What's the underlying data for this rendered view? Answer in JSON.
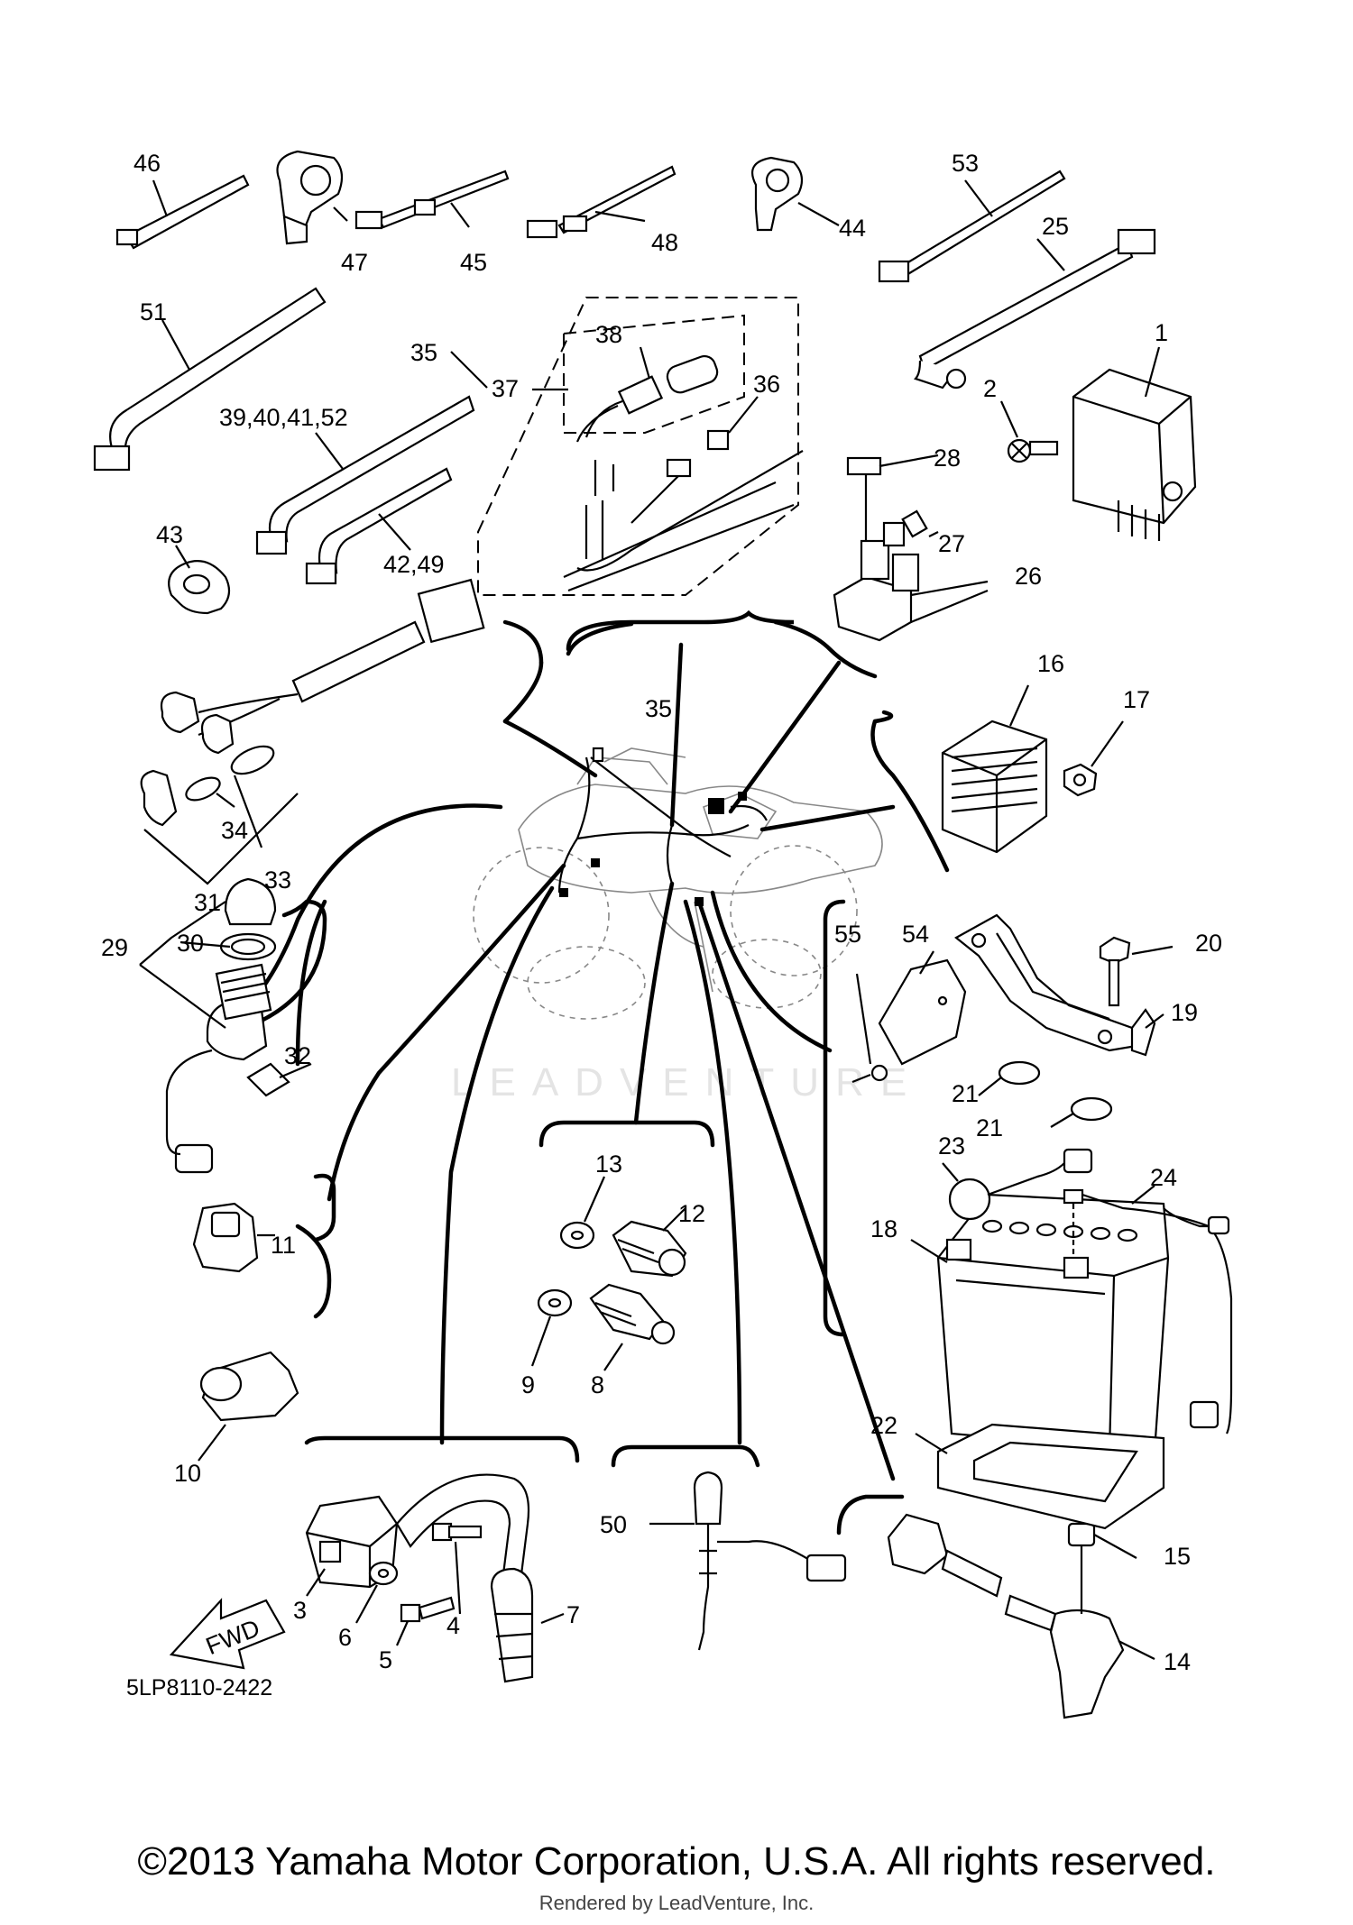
{
  "diagram": {
    "part_code": "5LP8110-2422",
    "direction_label": "FWD",
    "watermark": "LEADVENTURE",
    "copyright": "©2013 Yamaha Motor Corporation, U.S.A. All rights reserved.",
    "rendered_by": "Rendered by LeadVenture, Inc.",
    "callouts": {
      "c1": "1",
      "c2": "2",
      "c3": "3",
      "c4": "4",
      "c5": "5",
      "c6": "6",
      "c7": "7",
      "c8": "8",
      "c9": "9",
      "c10": "10",
      "c11": "11",
      "c12": "12",
      "c13": "13",
      "c14": "14",
      "c15": "15",
      "c16": "16",
      "c17": "17",
      "c18": "18",
      "c19": "19",
      "c20": "20",
      "c21a": "21",
      "c21b": "21",
      "c22": "22",
      "c23": "23",
      "c24": "24",
      "c25": "25",
      "c26": "26",
      "c27": "27",
      "c28": "28",
      "c29": "29",
      "c30": "30",
      "c31": "31",
      "c32": "32",
      "c33": "33",
      "c34": "34",
      "c35a": "35",
      "c35b": "35",
      "c36": "36",
      "c37": "37",
      "c38": "38",
      "c39": "39,40,41,52",
      "c42": "42,49",
      "c43": "43",
      "c44": "44",
      "c45": "45",
      "c46": "46",
      "c47": "47",
      "c48": "48",
      "c50": "50",
      "c51": "51",
      "c53": "53",
      "c54": "54",
      "c55": "55"
    }
  }
}
